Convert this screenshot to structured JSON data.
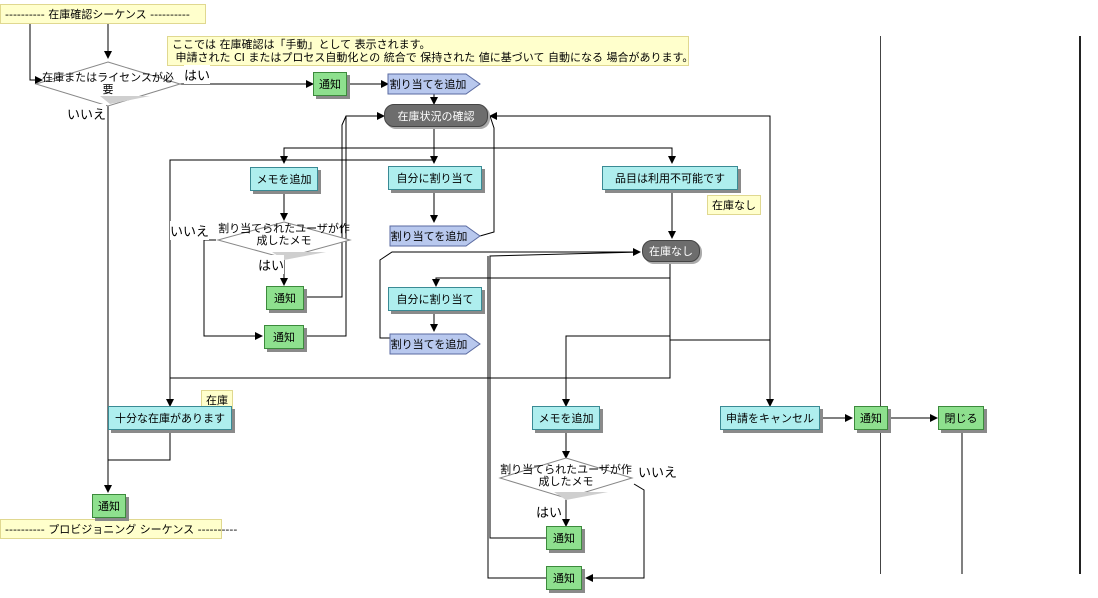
{
  "banners": {
    "top": "---------- 在庫確認シーケンス ----------",
    "bottom": "---------- プロビジョニング シーケンス ----------"
  },
  "notes": {
    "manual": "ここでは 在庫確認は「手動」として 表示されます。\n 申請された CI またはプロセス自動化との 統合で 保持された 値に基づいて 自動になる 場合があります。",
    "out_of_stock": "在庫なし",
    "in_stock": "在庫"
  },
  "decisions": {
    "license_required": "在庫またはライセンスが必\n要",
    "memo_by_assignee_1": "割り当てられたユーザが作\n成したメモ",
    "memo_by_assignee_2": "割り当てられたユーザが作\n成したメモ"
  },
  "labels": {
    "yes": "はい",
    "no": "いいえ"
  },
  "nodes": {
    "notify": "通知",
    "add_assignment": "割り当てを追加",
    "stock_check": "在庫状況の確認",
    "add_memo": "メモを追加",
    "assign_to_self": "自分に割り当て",
    "item_unavailable": "品目は利用不可能です",
    "out_of_stock": "在庫なし",
    "sufficient_stock": "十分な在庫があります",
    "cancel_request": "申請をキャンセル",
    "close": "閉じる"
  },
  "colors": {
    "task": "#aeeeee",
    "notify": "#8ee08e",
    "state": "#6d6d6d",
    "note": "#ffffcc",
    "assignment_arrow": "#b8c8ee"
  }
}
